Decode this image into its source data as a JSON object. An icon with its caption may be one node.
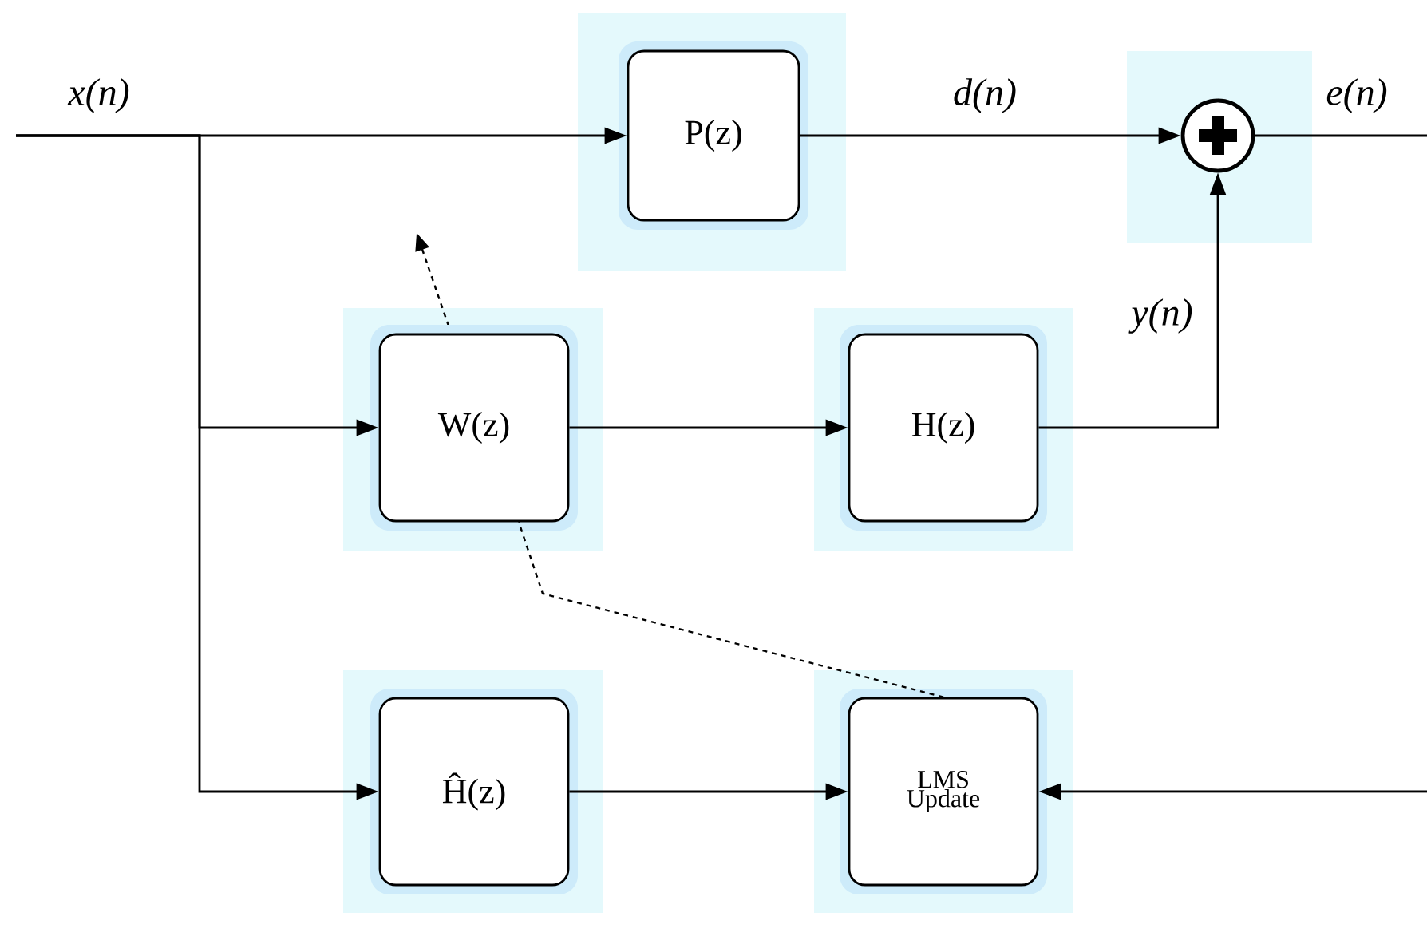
{
  "diagram": {
    "nodes": [
      {
        "text": [
          "P(z)"
        ]
      },
      {
        "text": [],
        "shape": "circle"
      },
      {
        "text": [
          "W(z)"
        ]
      },
      {
        "text": [
          "H(z)"
        ]
      },
      {
        "text": [
          "Ĥ(z)"
        ]
      },
      {
        "text": [
          "LMS Update"
        ]
      }
    ],
    "edges": [
      {
        "from": null,
        "to": 0,
        "arrow": "to",
        "label": "x(n)"
      },
      {
        "from": null,
        "to": 2,
        "arrow": "to"
      },
      {
        "from": null,
        "to": 4,
        "arrow": "to"
      },
      {
        "from": 0,
        "to": 1,
        "arrow": "to",
        "label": "d(n)"
      },
      {
        "from": 1,
        "to": null,
        "arrow": "none",
        "label": "e(n)"
      },
      {
        "from": 2,
        "to": 3,
        "arrow": "to"
      },
      {
        "from": 3,
        "to": 1,
        "arrow": "to",
        "label": "y(n)"
      },
      {
        "from": 4,
        "to": 5,
        "arrow": "to"
      },
      {
        "from": null,
        "to": 5,
        "arrow": "to"
      },
      {
        "from": 5,
        "to": 2,
        "arrow": "none",
        "style": "dashed"
      }
    ]
  }
}
